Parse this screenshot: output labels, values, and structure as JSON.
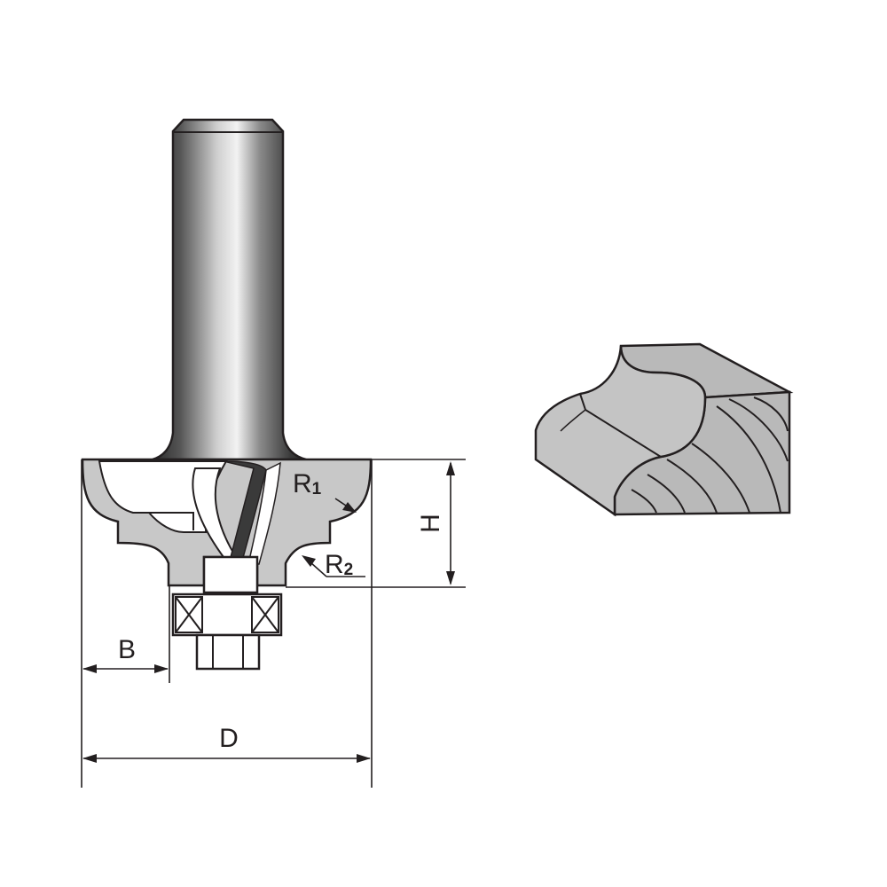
{
  "diagram": {
    "colors": {
      "ink": "#231f20",
      "steel": "#c8c8c8",
      "shank": "#4a4a4a",
      "wood": "#b9b9b9"
    },
    "labels": {
      "r1": "R",
      "r1_sub": "1",
      "r2": "R",
      "r2_sub": "2",
      "h": "H",
      "b": "B",
      "d": "D"
    }
  }
}
